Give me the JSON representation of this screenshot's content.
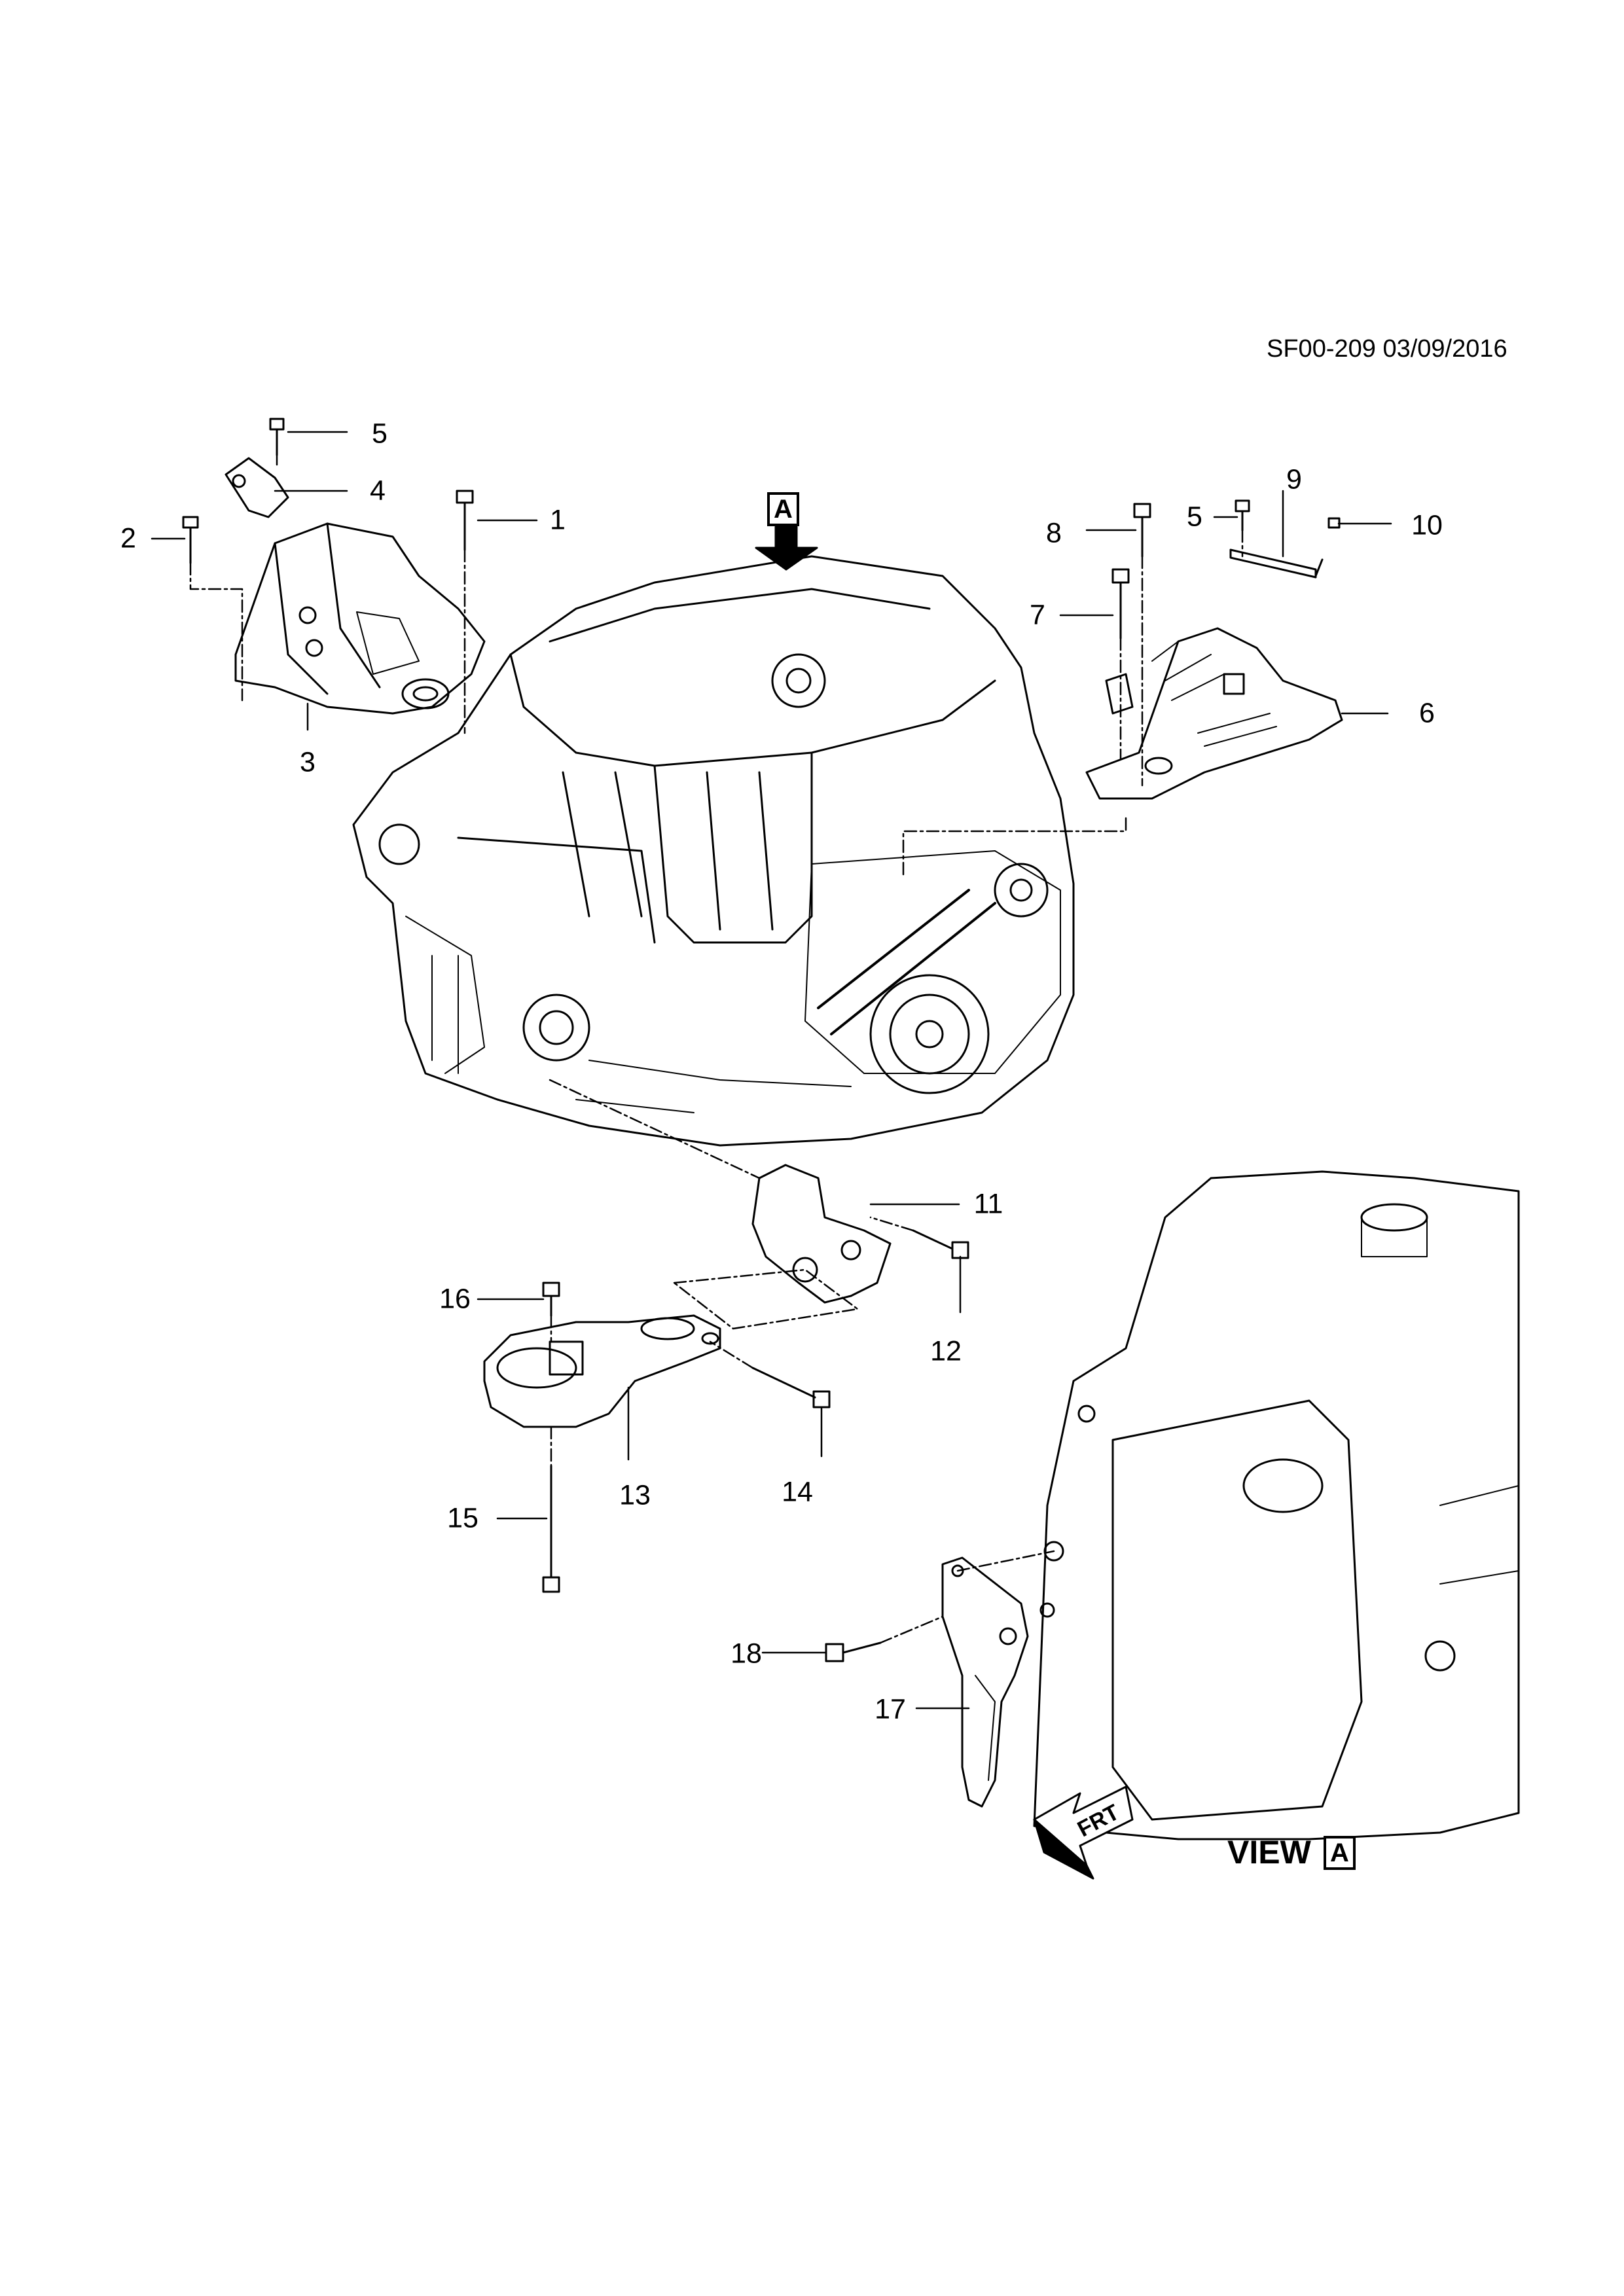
{
  "header": {
    "drawing_reference": "SF00-209 03/09/2016"
  },
  "view": {
    "arrow_letter": "A",
    "label": "VIEW",
    "label_letter": "A"
  },
  "orientation": {
    "front_marker": "FRT"
  },
  "callouts": [
    "1",
    "2",
    "3",
    "4",
    "5",
    "5",
    "6",
    "7",
    "8",
    "9",
    "10",
    "11",
    "12",
    "13",
    "14",
    "15",
    "16",
    "17",
    "18"
  ]
}
